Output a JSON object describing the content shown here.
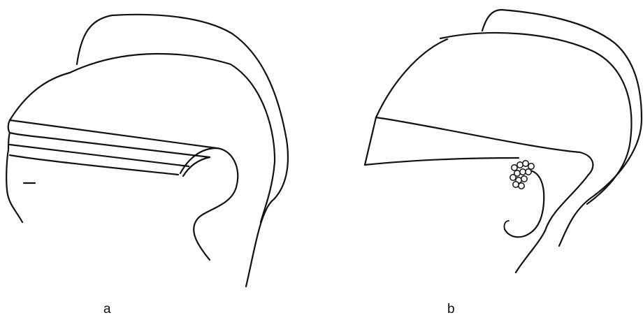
{
  "figure": {
    "panels": [
      {
        "id": "a",
        "label": "a"
      },
      {
        "id": "b",
        "label": "b"
      }
    ],
    "stroke_color": "#111111",
    "background_color": "#ffffff"
  }
}
